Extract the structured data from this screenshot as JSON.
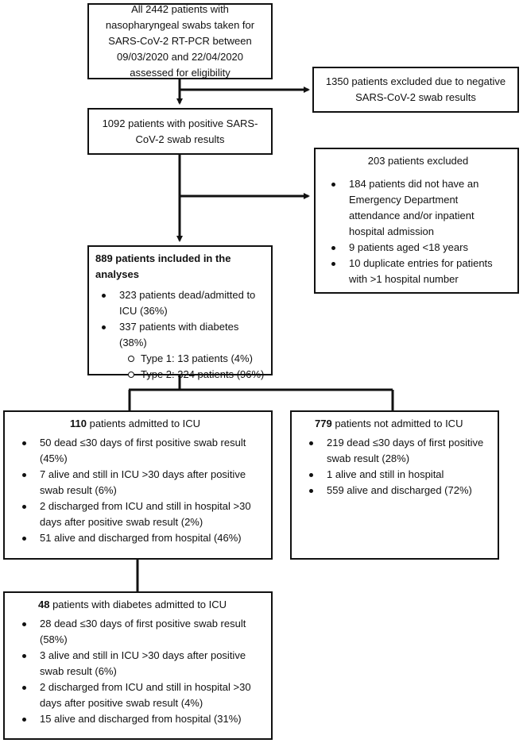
{
  "flowchart": {
    "assessed_box": {
      "text": "All 2442 patients with nasopharyngeal swabs taken for SARS-CoV-2 RT-PCR between 09/03/2020 and 22/04/2020 assessed for eligibility"
    },
    "negative_excluded_box": {
      "text": "1350 patients excluded due to negative SARS-CoV-2 swab results"
    },
    "positive_box": {
      "text": "1092 patients with positive SARS-CoV-2 swab results"
    },
    "excluded_box": {
      "title": "203 patients excluded",
      "items": [
        "184 patients did not have an Emergency Department attendance and/or inpatient hospital admission",
        "9 patients aged <18 years",
        "10 duplicate entries for patients with >1 hospital number"
      ]
    },
    "included_box": {
      "title": "889 patients included in the analyses",
      "items": [
        "323 patients dead/admitted to ICU (36%)",
        "337 patients with diabetes (38%)"
      ],
      "subitems": [
        "Type 1: 13 patients (4%)",
        "Type 2: 324 patients (96%)"
      ]
    },
    "icu_box": {
      "title_number": "110",
      "title_rest": " patients admitted to ICU",
      "items": [
        "50 dead ≤30 days of first positive swab result (45%)",
        "7 alive and still in ICU >30 days after positive swab result (6%)",
        "2 discharged from ICU and still in hospital >30 days after positive swab result (2%)",
        "51 alive and discharged from hospital (46%)"
      ]
    },
    "non_icu_box": {
      "title_number": "779",
      "title_rest": " patients not admitted to ICU",
      "items": [
        "219 dead ≤30 days of first positive swab result (28%)",
        "1 alive and still in hospital",
        "559 alive and discharged (72%)"
      ]
    },
    "diabetes_icu_box": {
      "title_number": "48",
      "title_rest": " patients with diabetes admitted to ICU",
      "items": [
        "28 dead ≤30 days of first positive swab result (58%)",
        "3 alive and still in ICU >30 days after positive swab result (6%)",
        "2 discharged from ICU and still in hospital >30 days after positive swab result (4%)",
        "15 alive and discharged from hospital (31%)"
      ]
    }
  }
}
